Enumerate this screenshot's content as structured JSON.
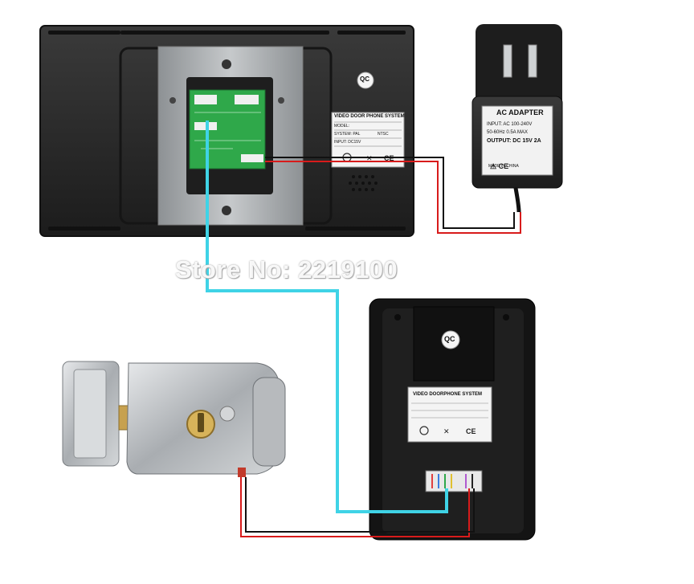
{
  "watermark": "Store No: 2219100",
  "monitor": {
    "label_title": "VIDEO DOOR PHONE SYSTEM",
    "label_model": "MODEL:",
    "label_system": "SYSTEM: PAL",
    "label_ntsc": "NTSC",
    "label_input": "INPUT: DC15V",
    "qc_badge": "QC"
  },
  "adapter": {
    "title": "AC ADAPTER",
    "input": "INPUT: AC 100-240V",
    "freq": "50-60Hz 0.5A MAX",
    "output": "OUTPUT: DC 15V 2A",
    "origin": "MADE IN CHINA"
  },
  "outdoor_unit": {
    "qc_badge": "QC",
    "label_title": "VIDEO DOORPHONE SYSTEM"
  },
  "colors": {
    "wire_cyan": "#3fd3e6",
    "wire_red": "#d81b1b",
    "wire_black": "#111111",
    "device_black": "#2a2a2a",
    "pcb_green": "#2fa84a",
    "steel": "#b9bcbf"
  }
}
